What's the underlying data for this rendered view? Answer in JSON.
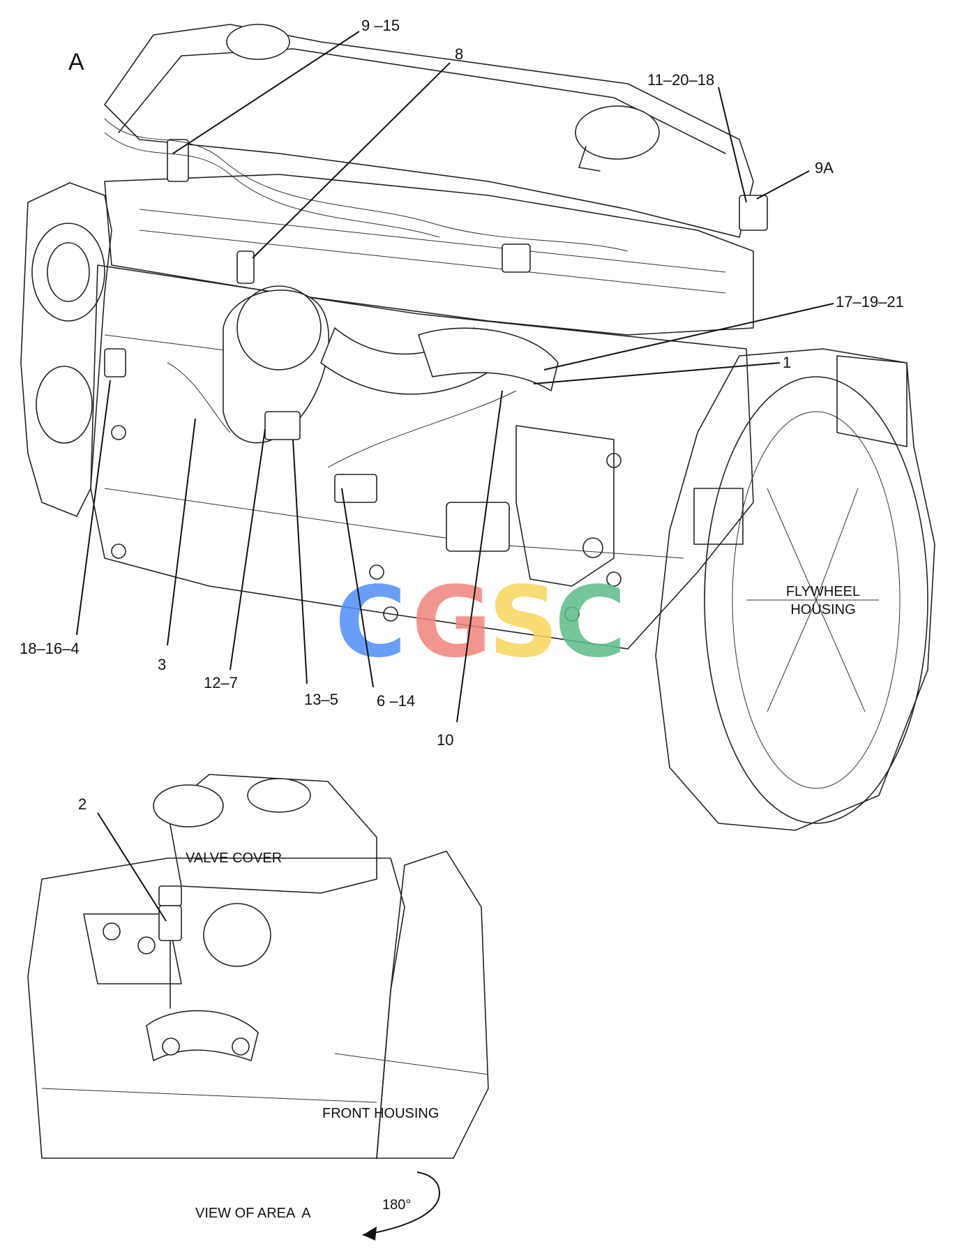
{
  "area_letter": "A",
  "callouts": {
    "c_9_15": "9 –15",
    "c_8": "8",
    "c_11_20_18": "11–20–18",
    "c_9a": "9A",
    "c_17_19_21": "17–19–21",
    "c_1": "1",
    "c_18_16_4": "18–16–4",
    "c_3": "3",
    "c_12_7": "12–7",
    "c_13_5": "13–5",
    "c_6_14": "6 –14",
    "c_10": "10",
    "c_2": "2"
  },
  "component_labels": {
    "flywheel_line1": "FLYWHEEL",
    "flywheel_line2": "HOUSING",
    "valve_cover": "VALVE COVER",
    "front_housing": "FRONT HOUSING"
  },
  "view": {
    "caption": "VIEW OF AREA  A",
    "rotation": "180°"
  },
  "watermark": {
    "letters": [
      "C",
      "G",
      "S",
      "C"
    ],
    "colors": [
      "#4F8EF7",
      "#F0837B",
      "#F7D55A",
      "#5DBB8A"
    ]
  }
}
